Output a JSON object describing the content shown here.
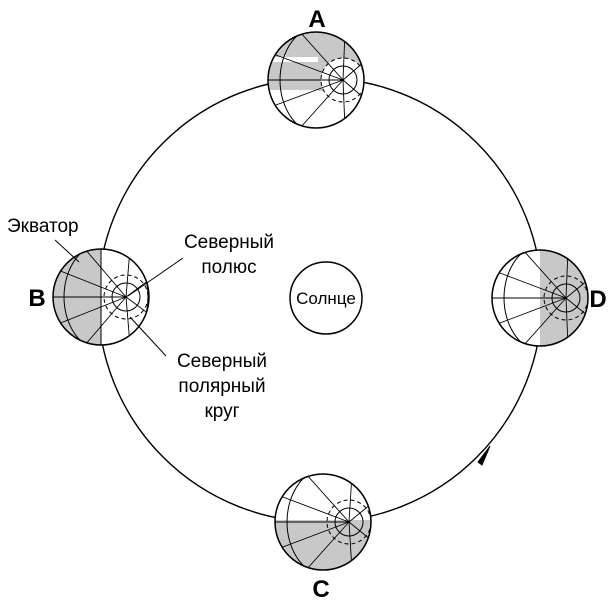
{
  "positions": {
    "a": "A",
    "b": "B",
    "c": "C",
    "d": "D"
  },
  "sun": {
    "label": "Солнце"
  },
  "annotations": {
    "equator": "Экватор",
    "north_pole_line1": "Северный",
    "north_pole_line2": "полюс",
    "arctic_line1": "Северный",
    "arctic_line2": "полярный",
    "arctic_line3": "круг"
  },
  "colors": {
    "shade": "#c8c8c8",
    "line": "#000000",
    "background": "#ffffff"
  }
}
